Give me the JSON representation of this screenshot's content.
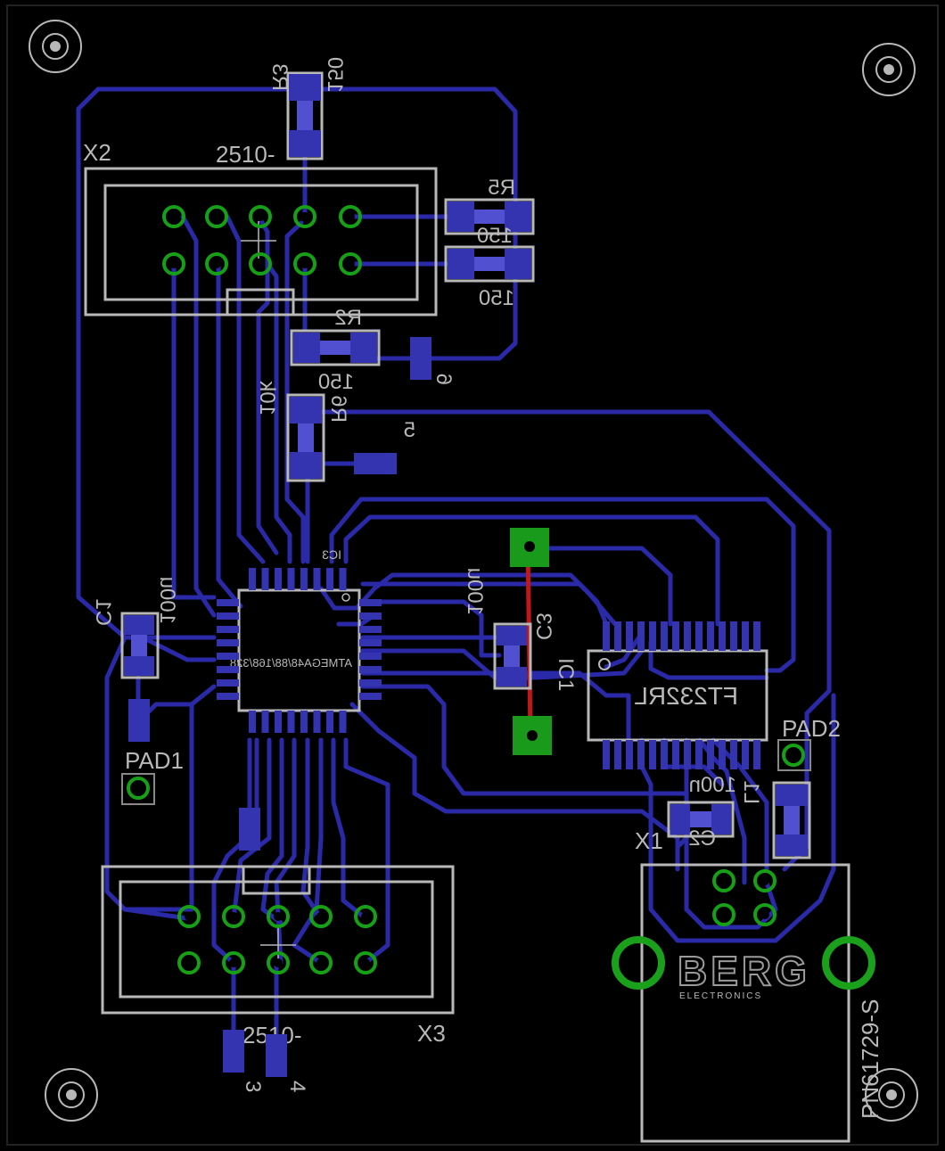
{
  "board": {
    "background": "#000000",
    "colors": {
      "trace": "#2a2aa8",
      "smd_pad": "#3434b0",
      "via": "#15a015",
      "silkscreen": "#b8b8b8",
      "top_trace": "#c01818"
    }
  },
  "labels": {
    "x2_name": "X2",
    "x2_value": "2510-",
    "x3_name": "X3",
    "x3_value": "2510-",
    "x1_name": "X1",
    "x1_part": "PN61729-S",
    "berg_logo": "BERG",
    "berg_sub": "ELECTRONICS",
    "ic3_name": "IC3",
    "ic3_part": "ATMEGA48/88/168/328",
    "ic1_name": "IC1",
    "ic1_part": "FT232RL",
    "pad1": "PAD1",
    "pad2": "PAD2",
    "r3_name": "R3",
    "r3_value": "150",
    "r5_name": "R5",
    "r5_value": "150",
    "r4_value": "150",
    "r2_name": "R2",
    "r2_value": "150",
    "r6_name": "R6",
    "r6_value": "10k",
    "c1_name": "C1",
    "c1_value": "100u",
    "c2_name": "C2",
    "c2_value": "100n",
    "c3_name": "C3",
    "c3_value": "100u",
    "l1_name": "L1",
    "net_6": "6",
    "net_5": "5",
    "net_3": "3",
    "net_4": "4"
  }
}
